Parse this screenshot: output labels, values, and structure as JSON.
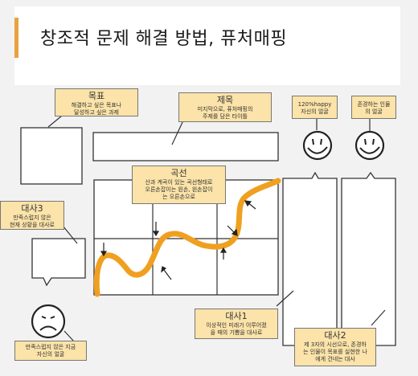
{
  "title": "창조적 문제 해결 방법, 퓨처매핑",
  "callouts": {
    "goal": {
      "heading": "목표",
      "line1": "해결하고 싶은 목표나",
      "line2": "달성하고 싶은 과제"
    },
    "title_box": {
      "heading": "제목",
      "line1": "미지막으로, 퓨처매핑의",
      "line2": "주제를 담은 타이틀"
    },
    "happy": {
      "line1": "120%happy",
      "line2": "자신의 얼굴"
    },
    "respect": {
      "line1": "존경하는 인물",
      "line2": "의 얼굴"
    },
    "curve": {
      "heading": "곡선",
      "line1": "산과 계곡이 있는 곡선형태로",
      "line2": "오른손잡이는 왼손, 왼손잡이",
      "line3": "는 오른손으로"
    },
    "dialog3": {
      "heading": "대사3",
      "line1": "만족스럽지 않은",
      "line2": "현재 상황을 대사로"
    },
    "dialog1": {
      "heading": "대사1",
      "line1": "이상적인 미래가 이루어졌",
      "line2": "을 때의 기쁨을 대사로"
    },
    "dialog2": {
      "heading": "대사2",
      "line1": "제 3자의 시선으로, 존경하",
      "line2": "는 인물이 목표를 실현한 나",
      "line3": "에게 건네는 대사"
    },
    "unhappy": {
      "line1": "만족스럽지 않은 지금",
      "line2": "자신의 얼굴"
    }
  },
  "colors": {
    "accent": "#e9a23b",
    "callout_bg": "#fbe3a9",
    "curve": "#f0a020",
    "line": "#333333"
  }
}
